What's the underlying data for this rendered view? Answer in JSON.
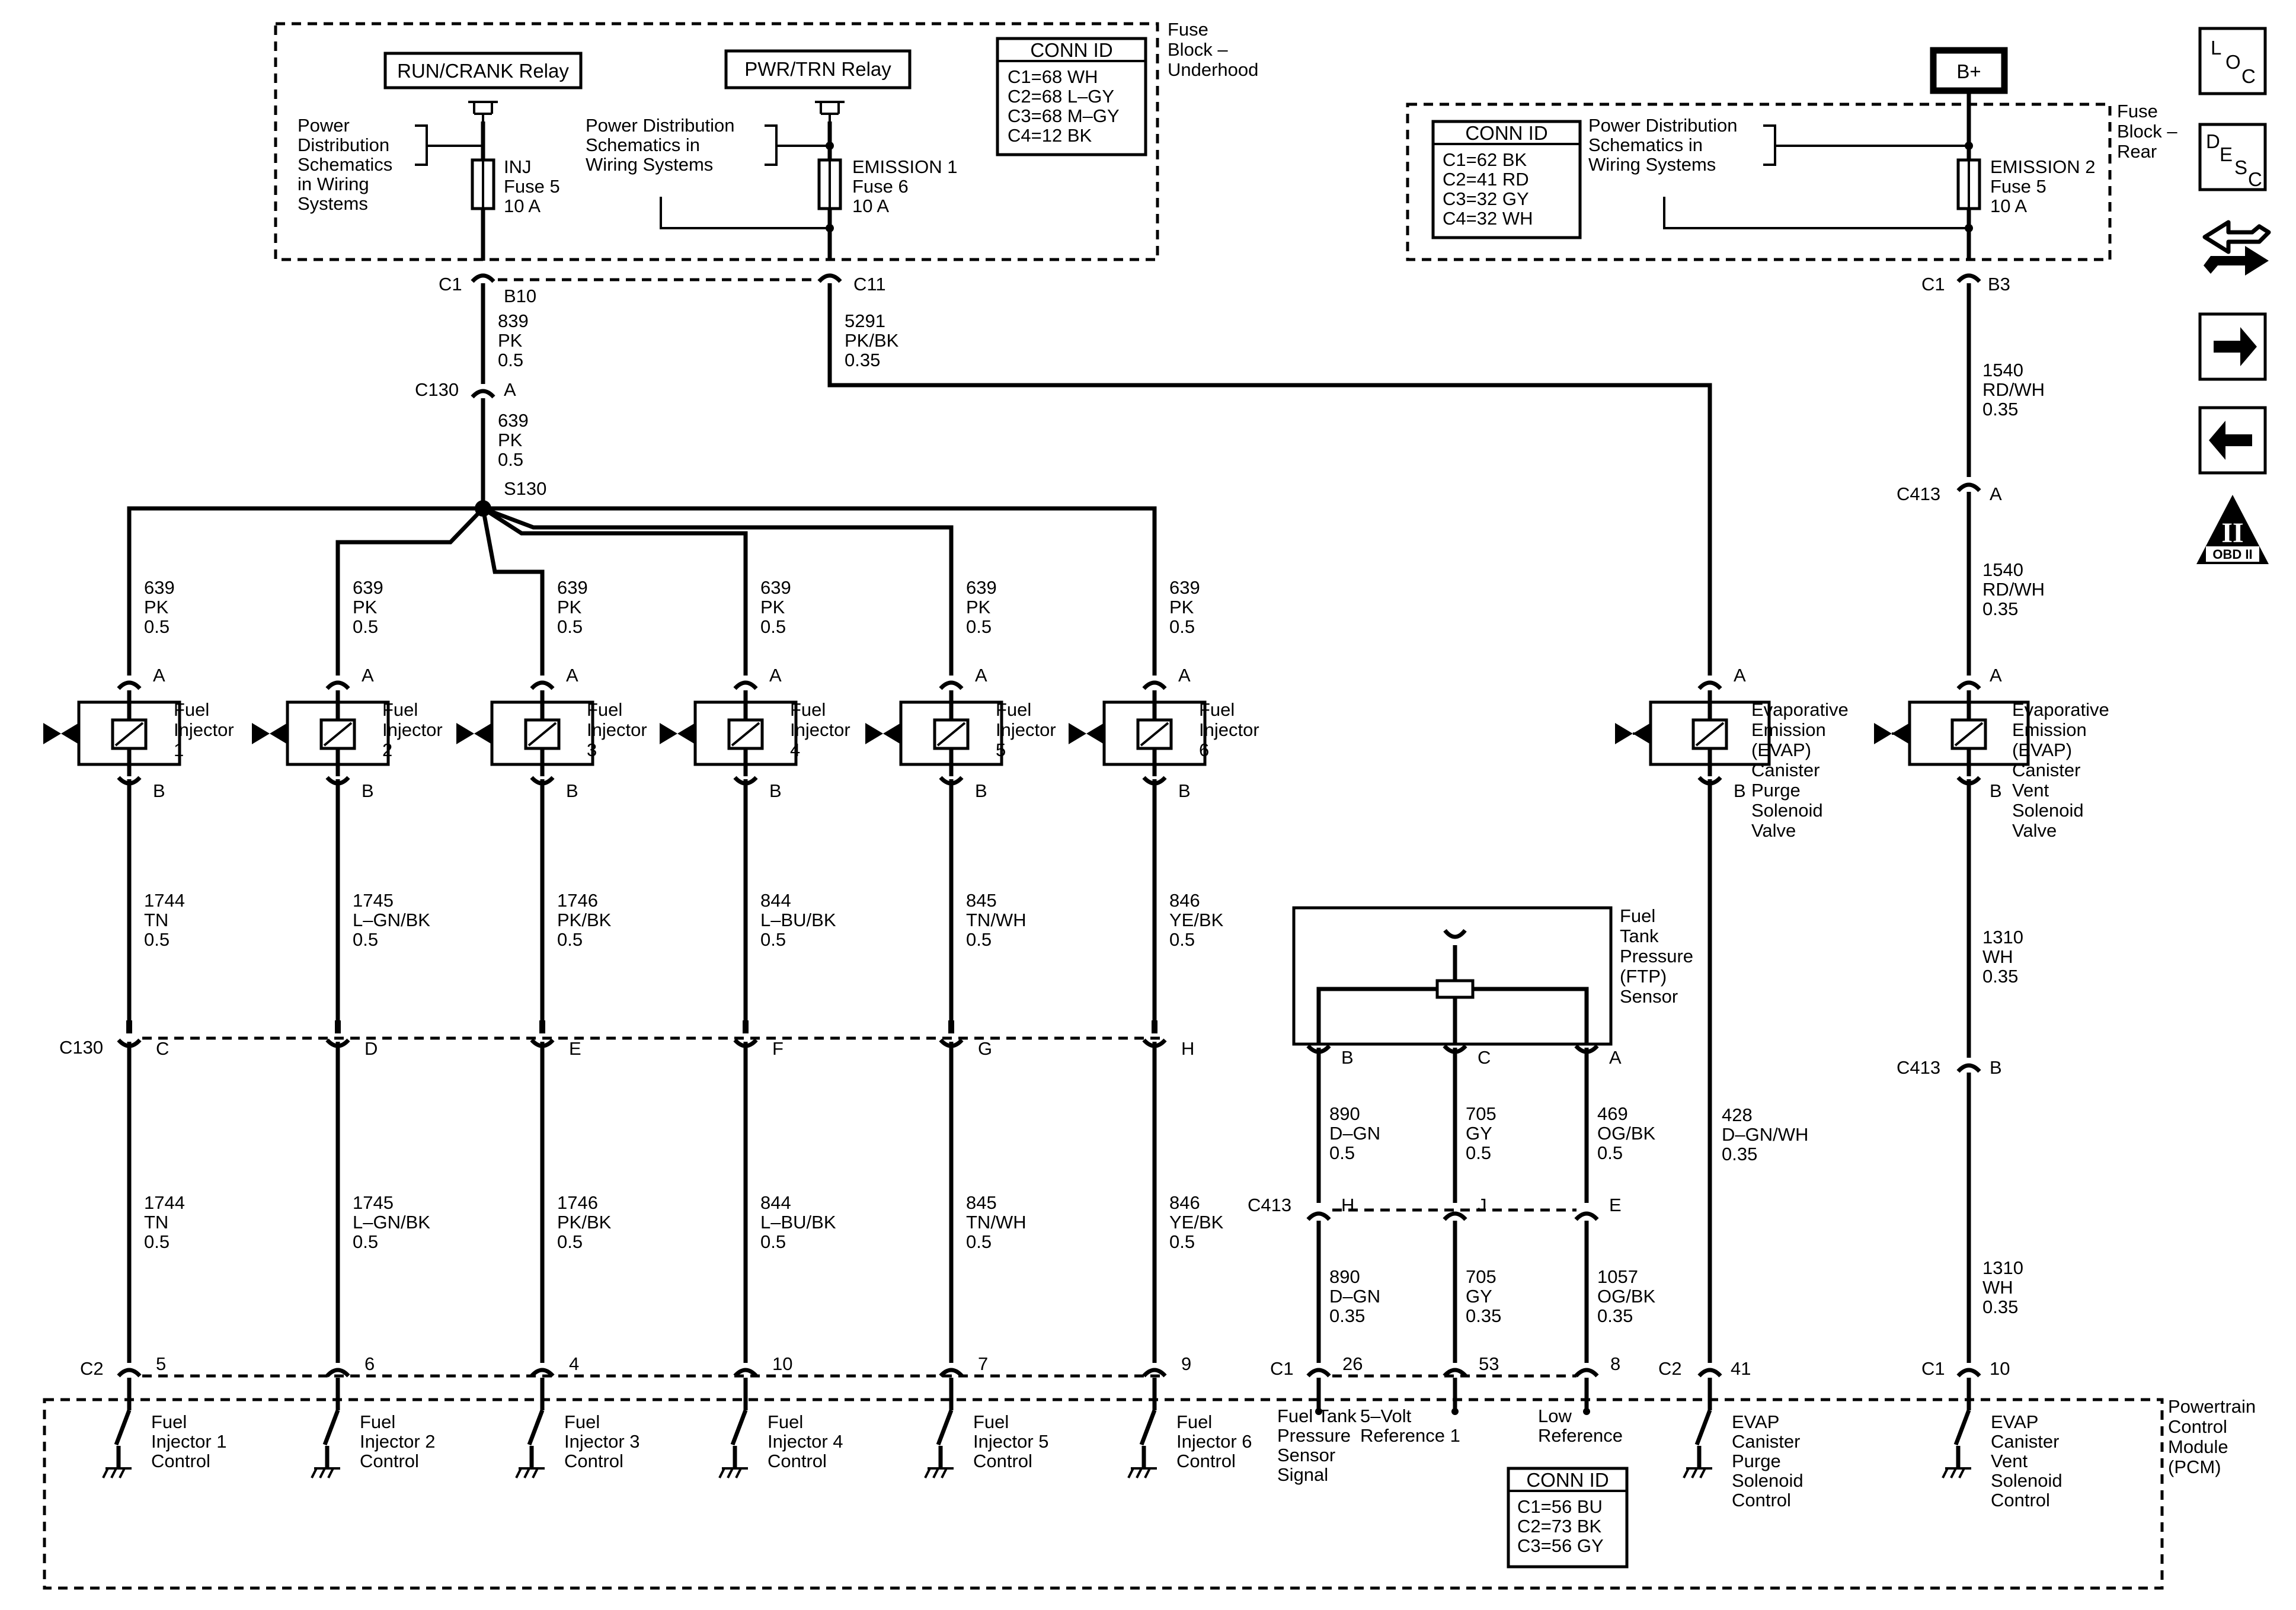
{
  "relays": [
    {
      "label": "RUN/CRANK Relay"
    },
    {
      "label": "PWR/TRN Relay"
    }
  ],
  "battery": "B+",
  "fuse_underhood": {
    "block_label": [
      "Fuse",
      "Block –",
      "Underhood"
    ],
    "ref_left": [
      "Power",
      "Distribution",
      "Schematics",
      "in Wiring",
      "Systems"
    ],
    "ref_right": [
      "Power Distribution",
      "Schematics in",
      "Wiring Systems"
    ],
    "fuse_inj": [
      "INJ",
      "Fuse 5",
      "10 A"
    ],
    "fuse_emission1": [
      "EMISSION 1",
      "Fuse 6",
      "10 A"
    ],
    "conn_title": "CONN ID",
    "conn_rows": [
      "C1=68 WH",
      "C2=68 L–GY",
      "C3=68 M–GY",
      "C4=12 BK"
    ]
  },
  "fuse_rear": {
    "block_label": [
      "Fuse",
      "Block –",
      "Rear"
    ],
    "ref": [
      "Power Distribution",
      "Schematics in",
      "Wiring Systems"
    ],
    "fuse_emission2": [
      "EMISSION 2",
      "Fuse 5",
      "10 A"
    ],
    "conn_title": "CONN ID",
    "conn_rows": [
      "C1=62 BK",
      "C2=41 RD",
      "C3=32 GY",
      "C4=32 WH"
    ]
  },
  "pcm": {
    "label": [
      "Powertrain",
      "Control",
      "Module",
      "(PCM)"
    ],
    "conn_title": "CONN ID",
    "conn_rows": [
      "C1=56 BU",
      "C2=73 BK",
      "C3=56 GY"
    ]
  },
  "connectors": {
    "c1": "C1",
    "c11": "C11",
    "b10": "B10",
    "c130": "C130",
    "a": "A",
    "s130": "S130",
    "c413": "C413",
    "c2": "C2",
    "b3": "B3"
  },
  "wires_top": {
    "w839": [
      "839",
      "PK",
      "0.5"
    ],
    "w639": [
      "639",
      "PK",
      "0.5"
    ],
    "w5291": [
      "5291",
      "PK/BK",
      "0.35"
    ],
    "w1540a": [
      "1540",
      "RD/WH",
      "0.35"
    ],
    "w1540b": [
      "1540",
      "RD/WH",
      "0.35"
    ]
  },
  "injectors": [
    {
      "name": [
        "Fuel",
        "Injector",
        "1"
      ],
      "feed": [
        "639",
        "PK",
        "0.5"
      ],
      "ctrl": [
        "1744",
        "TN",
        "0.5"
      ],
      "ctrl2": [
        "1744",
        "TN",
        "0.5"
      ],
      "c130": "C",
      "pin": "5",
      "pcm": [
        "Fuel",
        "Injector 1",
        "Control"
      ]
    },
    {
      "name": [
        "Fuel",
        "Injector",
        "2"
      ],
      "feed": [
        "639",
        "PK",
        "0.5"
      ],
      "ctrl": [
        "1745",
        "L–GN/BK",
        "0.5"
      ],
      "ctrl2": [
        "1745",
        "L–GN/BK",
        "0.5"
      ],
      "c130": "D",
      "pin": "6",
      "pcm": [
        "Fuel",
        "Injector 2",
        "Control"
      ]
    },
    {
      "name": [
        "Fuel",
        "Injector",
        "3"
      ],
      "feed": [
        "639",
        "PK",
        "0.5"
      ],
      "ctrl": [
        "1746",
        "PK/BK",
        "0.5"
      ],
      "ctrl2": [
        "1746",
        "PK/BK",
        "0.5"
      ],
      "c130": "E",
      "pin": "4",
      "pcm": [
        "Fuel",
        "Injector 3",
        "Control"
      ]
    },
    {
      "name": [
        "Fuel",
        "Injector",
        "4"
      ],
      "feed": [
        "639",
        "PK",
        "0.5"
      ],
      "ctrl": [
        "844",
        "L–BU/BK",
        "0.5"
      ],
      "ctrl2": [
        "844",
        "L–BU/BK",
        "0.5"
      ],
      "c130": "F",
      "pin": "10",
      "pcm": [
        "Fuel",
        "Injector 4",
        "Control"
      ]
    },
    {
      "name": [
        "Fuel",
        "Injector",
        "5"
      ],
      "feed": [
        "639",
        "PK",
        "0.5"
      ],
      "ctrl": [
        "845",
        "TN/WH",
        "0.5"
      ],
      "ctrl2": [
        "845",
        "TN/WH",
        "0.5"
      ],
      "c130": "G",
      "pin": "7",
      "pcm": [
        "Fuel",
        "Injector 5",
        "Control"
      ]
    },
    {
      "name": [
        "Fuel",
        "Injector",
        "6"
      ],
      "feed": [
        "639",
        "PK",
        "0.5"
      ],
      "ctrl": [
        "846",
        "YE/BK",
        "0.5"
      ],
      "ctrl2": [
        "846",
        "YE/BK",
        "0.5"
      ],
      "c130": "H",
      "pin": "9",
      "pcm": [
        "Fuel",
        "Injector 6",
        "Control"
      ]
    }
  ],
  "ftp": {
    "name": [
      "Fuel",
      "Tank",
      "Pressure",
      "(FTP)",
      "Sensor"
    ],
    "pins": [
      {
        "pin": "B",
        "w1": [
          "890",
          "D–GN",
          "0.5"
        ],
        "c413": "H",
        "w2": [
          "890",
          "D–GN",
          "0.35"
        ],
        "pcm_pin": "26",
        "pcm": [
          "Fuel Tank",
          "Pressure",
          "Sensor",
          "Signal"
        ]
      },
      {
        "pin": "C",
        "w1": [
          "705",
          "GY",
          "0.5"
        ],
        "c413": "J",
        "w2": [
          "705",
          "GY",
          "0.35"
        ],
        "pcm_pin": "53",
        "pcm": [
          "5–Volt",
          "Reference 1"
        ]
      },
      {
        "pin": "A",
        "w1": [
          "469",
          "OG/BK",
          "0.5"
        ],
        "c413": "E",
        "w2": [
          "1057",
          "OG/BK",
          "0.35"
        ],
        "pcm_pin": "8",
        "pcm": [
          "Low",
          "Reference"
        ]
      }
    ]
  },
  "purge": {
    "name": [
      "Evaporative",
      "Emission",
      "(EVAP)",
      "Canister",
      "Purge",
      "Solenoid",
      "Valve"
    ],
    "wire": [
      "428",
      "D–GN/WH",
      "0.35"
    ],
    "pin": "41",
    "pcm": [
      "EVAP",
      "Canister",
      "Purge",
      "Solenoid",
      "Control"
    ]
  },
  "vent": {
    "name": [
      "Evaporative",
      "Emission",
      "(EVAP)",
      "Canister",
      "Vent",
      "Solenoid",
      "Valve"
    ],
    "wire1": [
      "1310",
      "WH",
      "0.35"
    ],
    "wire2": [
      "1310",
      "WH",
      "0.35"
    ],
    "pin": "10",
    "pcm": [
      "EVAP",
      "Canister",
      "Vent",
      "Solenoid",
      "Control"
    ]
  },
  "pin_a": "A",
  "pin_b": "B",
  "nav": [
    {
      "icon": "loc-icon",
      "letters": [
        "L",
        "O",
        "C"
      ]
    },
    {
      "icon": "desc-icon",
      "letters": [
        "D",
        "E",
        "S",
        "C"
      ]
    },
    {
      "icon": "connector-end-view-icon"
    },
    {
      "icon": "next-page-icon"
    },
    {
      "icon": "previous-page-icon"
    },
    {
      "icon": "obd-ii-icon",
      "text": "OBD II",
      "numeral": "II"
    }
  ]
}
